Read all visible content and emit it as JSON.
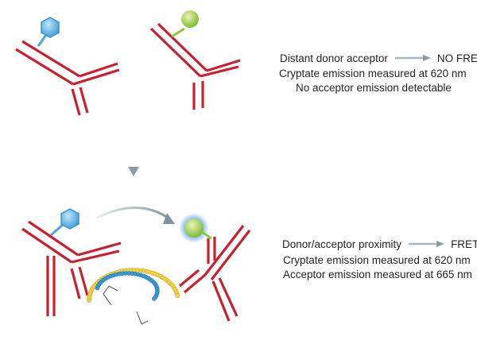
{
  "top_panel": {
    "line1_label": "Distant donor acceptor",
    "line1_result": "NO FRET",
    "line2": "Cryptate emission measured at 620 nm",
    "line3": "No acceptor emission detectable"
  },
  "bottom_panel": {
    "line1_label": "Donor/acceptor proximity",
    "line1_result": "FRET",
    "line2": "Cryptate emission measured at 620 nm",
    "line3": "Acceptor emission measured at 665 nm"
  },
  "colors": {
    "antibody": "#c8202f",
    "donor": "#4aa6dc",
    "acceptor": "#8dc63f",
    "arrow_gray": "#a9b6bc",
    "blue_chain": "#3a9ad9",
    "yellow_chain": "#f1d54b"
  }
}
